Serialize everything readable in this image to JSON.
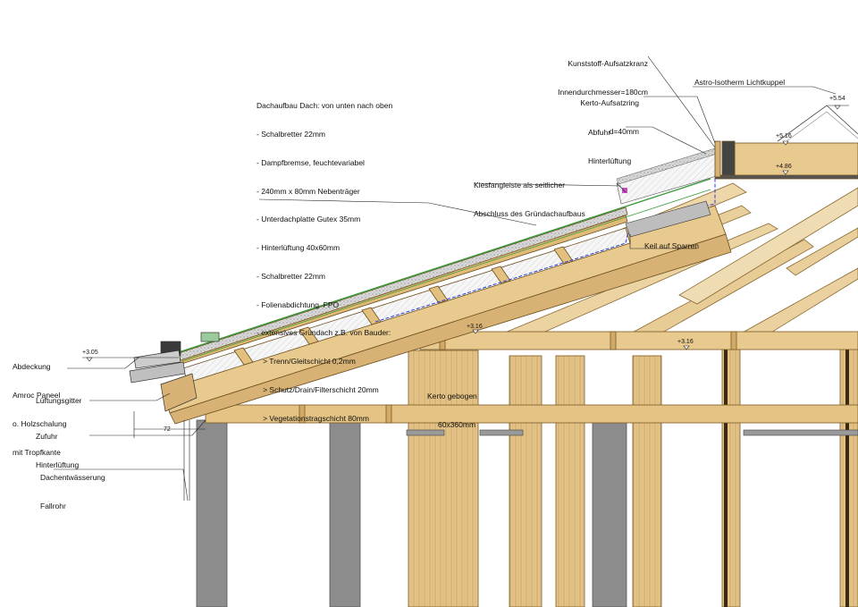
{
  "labels": {
    "roof_buildup": [
      "Dachaufbau Dach: von unten nach oben",
      "- Schalbretter 22mm",
      "- Dampfbremse, feuchtevariabel",
      "- 240mm x 80mm Nebenträger",
      "- Unterdachplatte Gutex 35mm",
      "- Hinterlüftung 40x60mm",
      "- Schalbretter 22mm",
      "- Folienabdichtung  FPO",
      "- extensives Gründach z.B. von Bauder:",
      "   > Trenn/Gleitschicht 0,2mm",
      "   > Schutz/Drain/Filterschicht 20mm",
      "   > Vegetationstragschicht 80mm"
    ],
    "ring": [
      "Kunststoff-Aufsatzkranz",
      "Innendurchmesser=180cm"
    ],
    "kerto_ring": [
      "Kerto-Aufsatzring",
      "d=40mm"
    ],
    "skylight": "Astro-Isotherm Lichtkuppel",
    "exhaust": [
      "Abfuhr",
      "Hinterlüftung"
    ],
    "gravel": [
      "Kiesfangleiste als seitlicher",
      "Abschluss des Gründachaufbaus"
    ],
    "wedge": "Keil auf Sparren",
    "cover": [
      "Abdeckung",
      "Amroc Paneel",
      "o. Holzschalung",
      "mit Tropfkante"
    ],
    "vent_grid": "Lüftungsgitter",
    "supply": [
      "Zufuhr",
      "Hinterlüftung"
    ],
    "drainage": [
      "Dachentwässerung",
      "Fallrohr"
    ],
    "kerto_bent": [
      "Kerto gebogen",
      "60x360mm"
    ]
  },
  "levels": {
    "ridge": "+5.54",
    "ring_top": "+5.16",
    "ring_bottom": "+4.86",
    "beam_left": "+3.16",
    "beam_right": "+3.16",
    "eave": "+3.05"
  },
  "dimension": "72",
  "colors": {
    "timber": "#e8c98e",
    "timber_dark": "#c9a05a",
    "timber_edge": "#7a5a25",
    "concrete": "#8c8c8c",
    "insulation": "#f4f4f4",
    "membrane_green": "#3c9a3c",
    "dashed_blue": "#2b3fd6",
    "accent_magenta": "#c050c0"
  }
}
